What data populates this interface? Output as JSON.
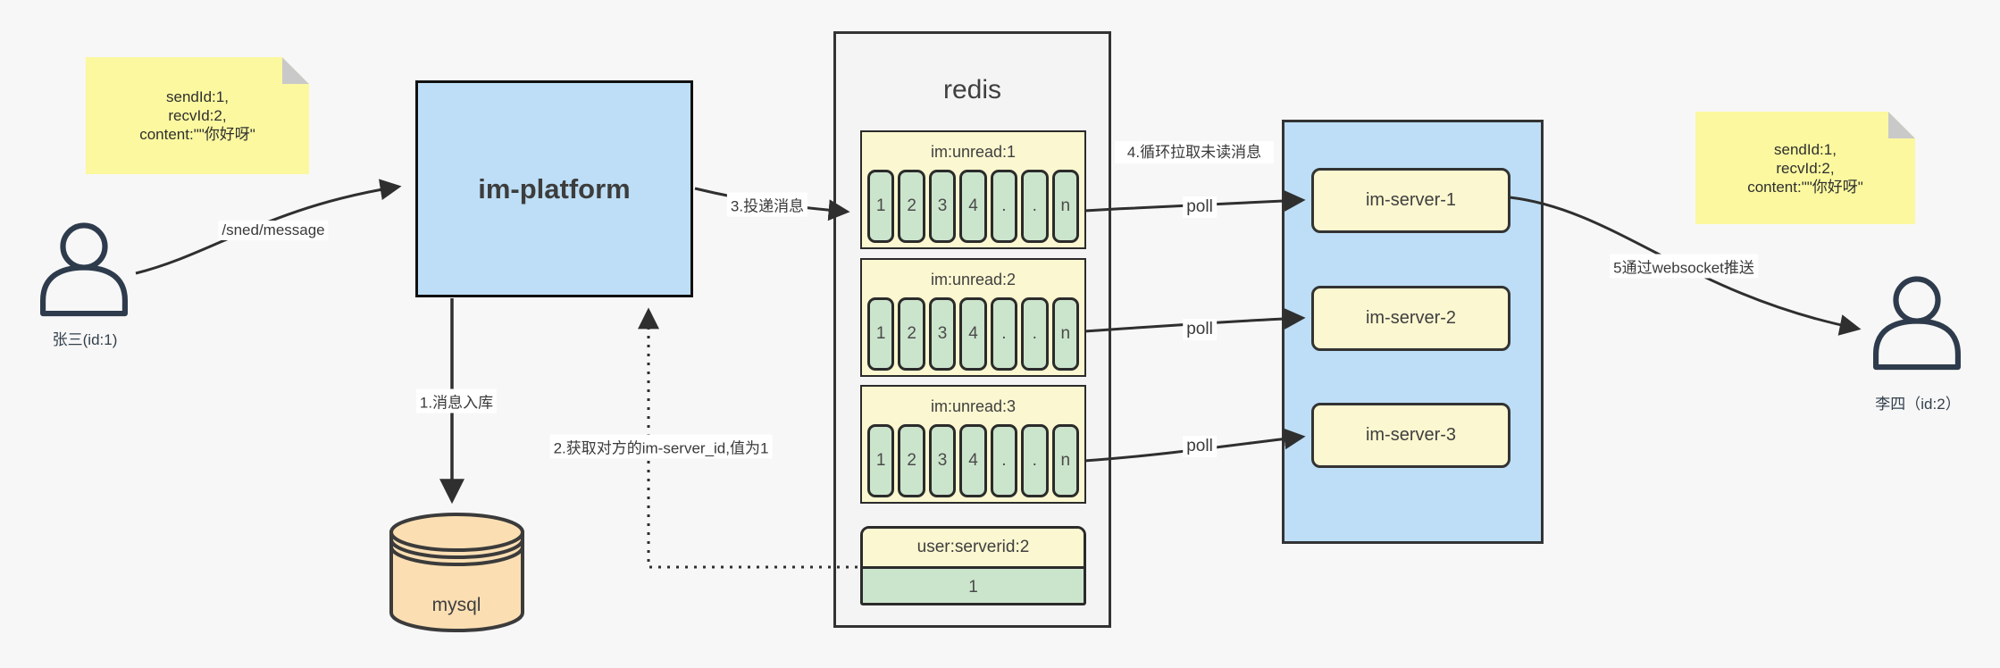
{
  "notes": {
    "left": {
      "lines": [
        "sendId:1,",
        "recvId:2,",
        "content:\"\"你好呀\""
      ]
    },
    "right": {
      "lines": [
        "sendId:1,",
        "recvId:2,",
        "content:\"\"你好呀\""
      ]
    }
  },
  "actors": {
    "sender": {
      "label": "张三(id:1)"
    },
    "receiver": {
      "label": "李四（id:2）"
    }
  },
  "platform": {
    "label": "im-platform"
  },
  "database": {
    "label": "mysql"
  },
  "redis": {
    "title": "redis",
    "queues": [
      {
        "header": "im:unread:1",
        "cells": [
          "1",
          "2",
          "3",
          "4",
          ".",
          ".",
          "n"
        ]
      },
      {
        "header": "im:unread:2",
        "cells": [
          "1",
          "2",
          "3",
          "4",
          ".",
          ".",
          "n"
        ]
      },
      {
        "header": "im:unread:3",
        "cells": [
          "1",
          "2",
          "3",
          "4",
          ".",
          ".",
          "n"
        ]
      }
    ],
    "kv": {
      "header": "user:serverid:2",
      "value": "1"
    }
  },
  "servers": {
    "items": [
      {
        "label": "im-server-1"
      },
      {
        "label": "im-server-2"
      },
      {
        "label": "im-server-3"
      }
    ]
  },
  "edges": {
    "send_label": "/sned/message",
    "step1_label": "1.消息入库",
    "step2_label": "2.获取对方的im-server_id,值为1",
    "step3_label": "3.投递消息",
    "step4_label": "4.循环拉取未读消息",
    "step5_label": "5通过websocket推送",
    "poll_label": "poll"
  },
  "colors": {
    "canvas_bg": "#f7f7f7",
    "note_yellow": "#fbf89f",
    "note_fold_gray": "#c9c9c9",
    "platform_blue": "#bddef6",
    "panel_blue": "#bddef6",
    "queue_yellow": "#fbf7d0",
    "cell_green": "#cbe5cc",
    "mysql_peach": "#fbdfb3",
    "redis_bg": "#f4f4f4",
    "line_dark": "#333333",
    "person_navy": "#2e3b4c"
  }
}
